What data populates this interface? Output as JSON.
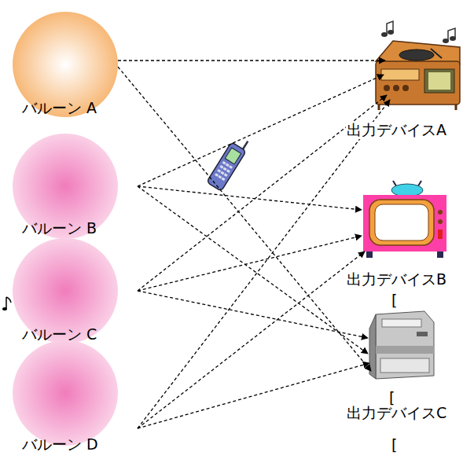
{
  "diagram": {
    "nodes": [
      {
        "text": [
          "バルーン A"
        ]
      },
      {
        "text": [
          "バルーン B"
        ]
      },
      {
        "text": [
          "バルーン C"
        ]
      },
      {
        "text": [
          "バルーン D"
        ]
      },
      {
        "text": [
          "出力デバイスA"
        ]
      },
      {
        "text": [
          "出力デバイスB"
        ]
      },
      {
        "text": [
          "出力デバイスC"
        ]
      }
    ],
    "edges": [
      {
        "from": 0,
        "to": 4,
        "arrow": "to"
      },
      {
        "from": 0,
        "to": 6,
        "arrow": "to"
      },
      {
        "from": 1,
        "to": 4,
        "arrow": "to"
      },
      {
        "from": 1,
        "to": 5,
        "arrow": "to"
      },
      {
        "from": 1,
        "to": 6,
        "arrow": "to"
      },
      {
        "from": 2,
        "to": 4,
        "arrow": "to"
      },
      {
        "from": 2,
        "to": 5,
        "arrow": "to"
      },
      {
        "from": 2,
        "to": 6,
        "arrow": "to"
      },
      {
        "from": 3,
        "to": 4,
        "arrow": "to"
      },
      {
        "from": 3,
        "to": 5,
        "arrow": "to"
      },
      {
        "from": 3,
        "to": 6,
        "arrow": "to"
      }
    ],
    "labels": [
      "[",
      "[",
      "["
    ]
  }
}
